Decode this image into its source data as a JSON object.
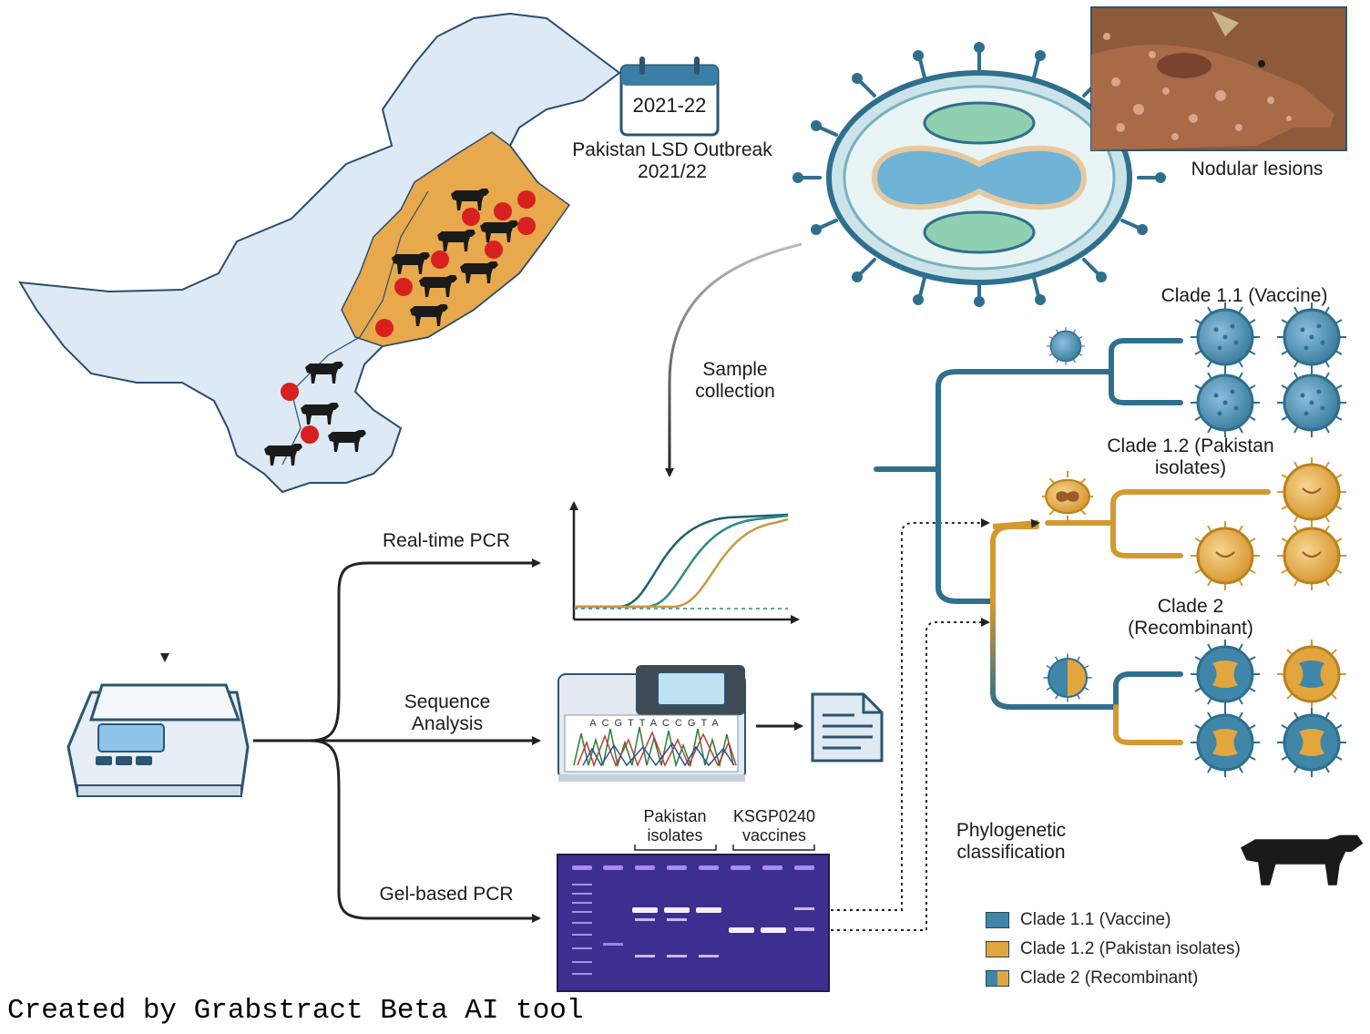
{
  "calendar": {
    "year_label": "2021-22"
  },
  "outbreak_title": "Pakistan LSD Outbreak 2021/22",
  "lesion_caption": "Nodular lesions",
  "sample_label": "Sample collection",
  "methods": {
    "realtime_pcr": "Real-time PCR",
    "sequence_analysis": "Sequence Analysis",
    "gel_pcr": "Gel-based PCR"
  },
  "sequence_letters": "ACGTTACCGTA",
  "gel": {
    "group1_label": "Pakistan isolates",
    "group2_label": "KSGP0240 vaccines"
  },
  "phylo_label": "Phylogenetic classification",
  "clades": [
    {
      "label": "Clade 1.1 (Vaccine)"
    },
    {
      "label": "Clade 1.2 (Pakistan isolates)"
    },
    {
      "label": "Clade 2 (Recombinant)"
    }
  ],
  "legend": [
    {
      "label": "Clade 1.1 (Vaccine)",
      "color": "#3f86a8"
    },
    {
      "label": "Clade 1.2 (Pakistan isolates)",
      "color": "#e3a63f"
    },
    {
      "label": "Clade 2 (Recombinant)",
      "color": "split"
    }
  ],
  "colors": {
    "map_fill": "#dde9f5",
    "punjab_fill": "#e8a84c",
    "outbreak_dot": "#d92020",
    "clade_blue": "#2f6f8e",
    "clade_orange": "#d39a30",
    "gel_bg": "#3d2f8f"
  },
  "credit": "Created by Grabstract Beta AI tool"
}
